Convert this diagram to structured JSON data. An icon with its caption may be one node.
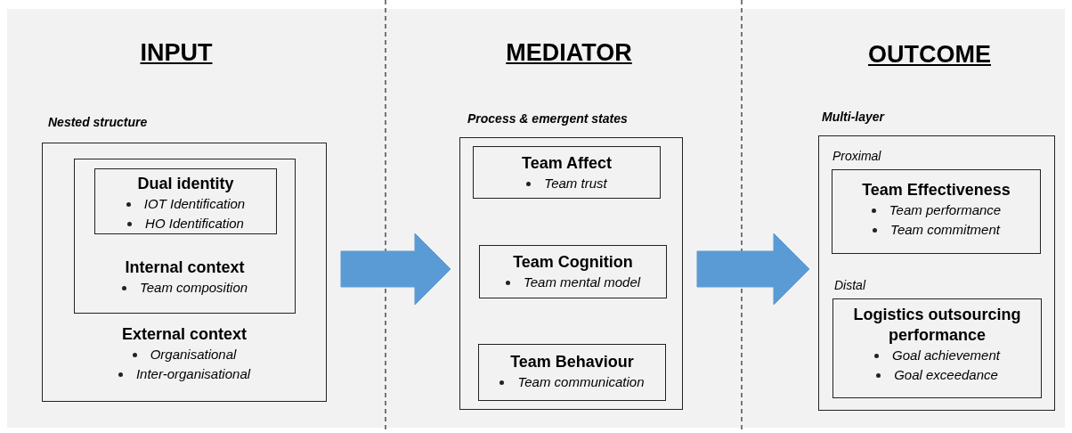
{
  "diagram": {
    "nodes": [
      {
        "text": [
          "Nested structure",
          "External context",
          "Organisational",
          "Inter-organisational"
        ]
      },
      {
        "text": [
          "Internal context",
          "Team composition"
        ],
        "in": 0
      },
      {
        "text": [
          "Dual identity",
          "IOT Identification",
          "HO Identification"
        ],
        "in": 1
      },
      {
        "text": [
          "Process & emergent states"
        ]
      },
      {
        "text": [
          "Team Affect",
          "Team trust"
        ],
        "in": 3
      },
      {
        "text": [
          "Team Cognition",
          "Team mental model"
        ],
        "in": 3
      },
      {
        "text": [
          "Team Behaviour",
          "Team communication"
        ],
        "in": 3
      },
      {
        "text": [
          "Multi-layer"
        ]
      },
      {
        "text": [
          "Proximal",
          "Team Effectiveness",
          "Team performance",
          "Team commitment"
        ],
        "in": 7
      },
      {
        "text": [
          "Distal",
          "Logistics outsourcing performance",
          "Goal achievement",
          "Goal exceedance"
        ],
        "in": 7
      }
    ],
    "edges": [
      {
        "from": 0,
        "to": 3,
        "arrow": "to",
        "style": "thick",
        "color": "#5b9bd5"
      },
      {
        "from": 3,
        "to": 7,
        "arrow": "to",
        "style": "thick",
        "color": "#5b9bd5"
      }
    ],
    "labels": [
      "INPUT",
      "MEDIATOR",
      "OUTCOME"
    ]
  }
}
